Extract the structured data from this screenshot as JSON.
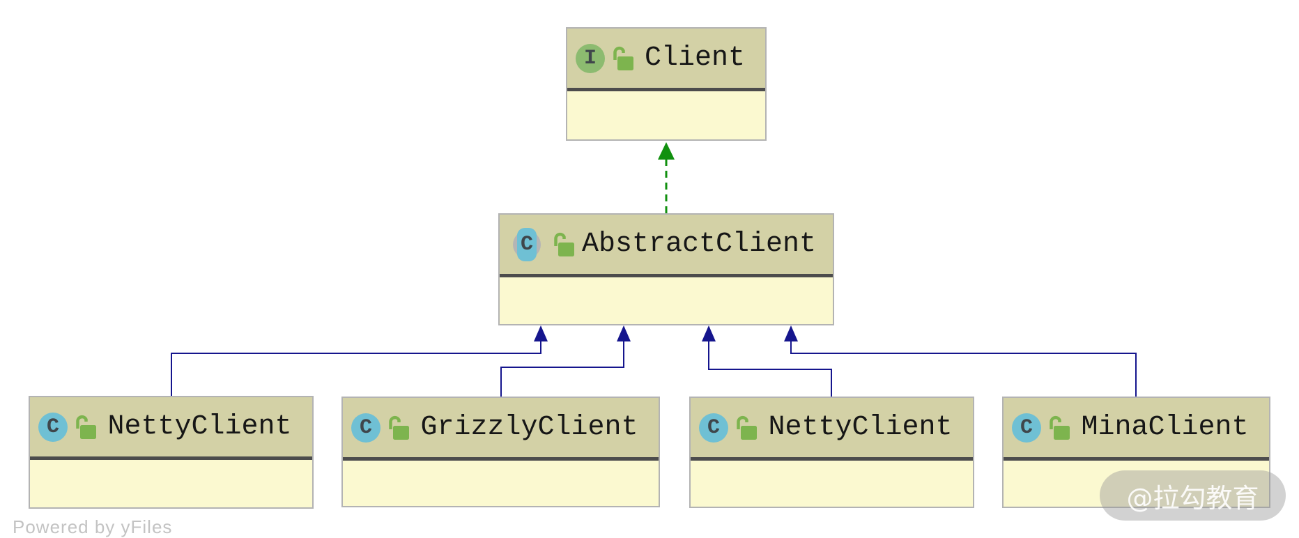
{
  "icons": {
    "interface_letter": "I",
    "class_letter": "C",
    "paren_open": "(",
    "paren_close": ")"
  },
  "nodes": [
    {
      "name": "Client",
      "kind": "interface",
      "badge_icon": "interface-icon",
      "visibility_icon": "unlock-icon"
    },
    {
      "name": "AbstractClient",
      "kind": "abstract-class",
      "badge_icon": "abstract-class-icon",
      "visibility_icon": "unlock-icon"
    },
    {
      "name": "NettyClient",
      "kind": "class",
      "badge_icon": "class-icon",
      "visibility_icon": "unlock-icon"
    },
    {
      "name": "GrizzlyClient",
      "kind": "class",
      "badge_icon": "class-icon",
      "visibility_icon": "unlock-icon"
    },
    {
      "name": "NettyClient",
      "kind": "class",
      "badge_icon": "class-icon",
      "visibility_icon": "unlock-icon"
    },
    {
      "name": "MinaClient",
      "kind": "class",
      "badge_icon": "class-icon",
      "visibility_icon": "unlock-icon"
    }
  ],
  "edges": [
    {
      "from": "AbstractClient",
      "to": "Client",
      "type": "realization",
      "style": "dashed",
      "color": "#11900f"
    },
    {
      "from": "NettyClient",
      "to": "AbstractClient",
      "type": "generalization",
      "style": "solid",
      "color": "#15158d"
    },
    {
      "from": "GrizzlyClient",
      "to": "AbstractClient",
      "type": "generalization",
      "style": "solid",
      "color": "#15158d"
    },
    {
      "from": "NettyClient",
      "to": "AbstractClient",
      "type": "generalization",
      "style": "solid",
      "color": "#15158d"
    },
    {
      "from": "MinaClient",
      "to": "AbstractClient",
      "type": "generalization",
      "style": "solid",
      "color": "#15158d"
    }
  ],
  "colors": {
    "node_header": "#d3d1a6",
    "node_body": "#fbf9d0",
    "node_border": "#b3b3b3",
    "node_divider": "#4c4c4c",
    "interface_badge": "#8cbb70",
    "class_badge": "#6fc0d4",
    "badge_letter": "#3f464b",
    "lock_green": "#7db44e",
    "generalization_edge": "#15158d",
    "realization_edge": "#11900f"
  },
  "footer": {
    "powered_by": "Powered by yFiles"
  },
  "watermark": {
    "text": "@拉勾教育"
  }
}
